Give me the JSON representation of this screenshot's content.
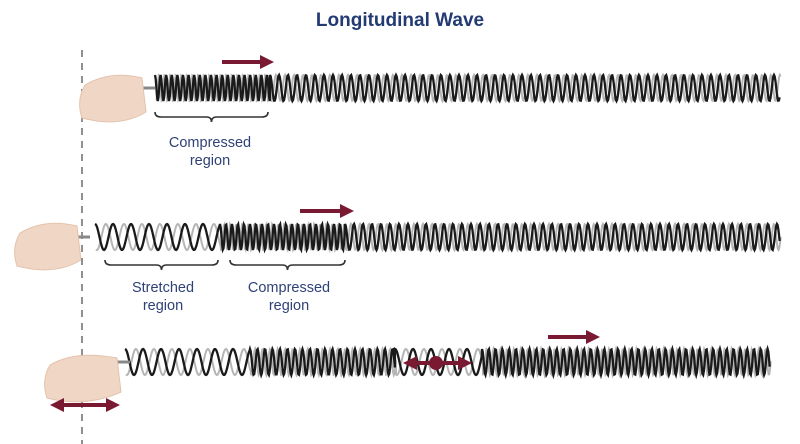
{
  "title": "Longitudinal Wave",
  "rows": [
    {
      "labels": [
        {
          "line1": "Compressed",
          "line2": "region"
        }
      ]
    },
    {
      "labels": [
        {
          "line1": "Stretched",
          "line2": "region"
        },
        {
          "line1": "Compressed",
          "line2": "region"
        }
      ]
    },
    {
      "labels": []
    }
  ],
  "colors": {
    "title": "#233a73",
    "label": "#2f4277",
    "arrow": "#7a1a32",
    "hand": "#f0d6c4",
    "spring": "#1a1a1a"
  }
}
